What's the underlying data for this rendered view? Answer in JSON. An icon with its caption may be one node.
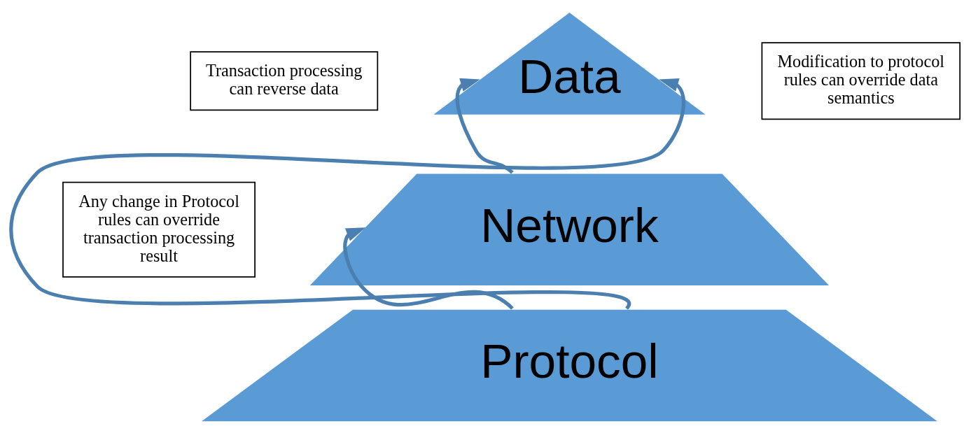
{
  "diagram": {
    "nodes": [
      {
        "text": [
          "Transaction processing can reverse data"
        ]
      },
      {
        "text": [
          "Data"
        ]
      },
      {
        "text": [
          "Modification to protocol rules can override data semantics"
        ]
      },
      {
        "text": [
          "Network"
        ]
      },
      {
        "text": [
          "Any change in Protocol rules can override transaction processing result"
        ]
      },
      {
        "text": [
          "Protocol"
        ]
      }
    ],
    "edges": [
      {
        "from": 3,
        "to": 1,
        "arrow": "to"
      },
      {
        "from": 5,
        "to": 3,
        "arrow": "to"
      },
      {
        "from": 5,
        "to": 1,
        "arrow": "to"
      }
    ]
  }
}
